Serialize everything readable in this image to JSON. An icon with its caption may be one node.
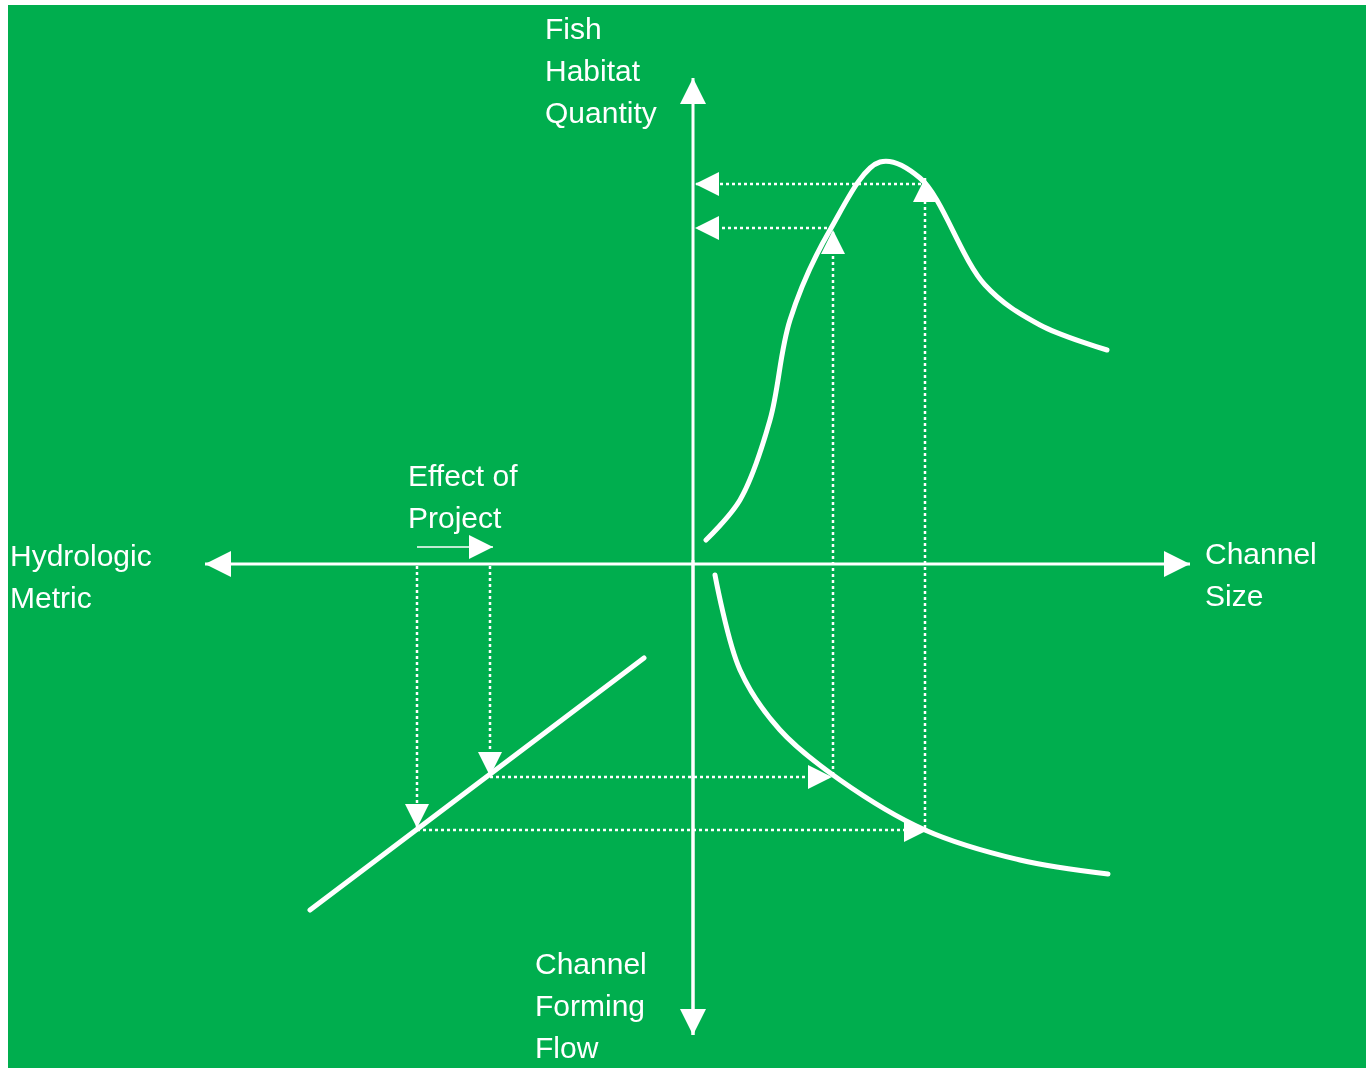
{
  "diagram": {
    "labels": [
      "Fish Habitat Quantity",
      "Effect of Project",
      "Hydrologic Metric",
      "Channel Size",
      "Channel Forming Flow"
    ]
  }
}
